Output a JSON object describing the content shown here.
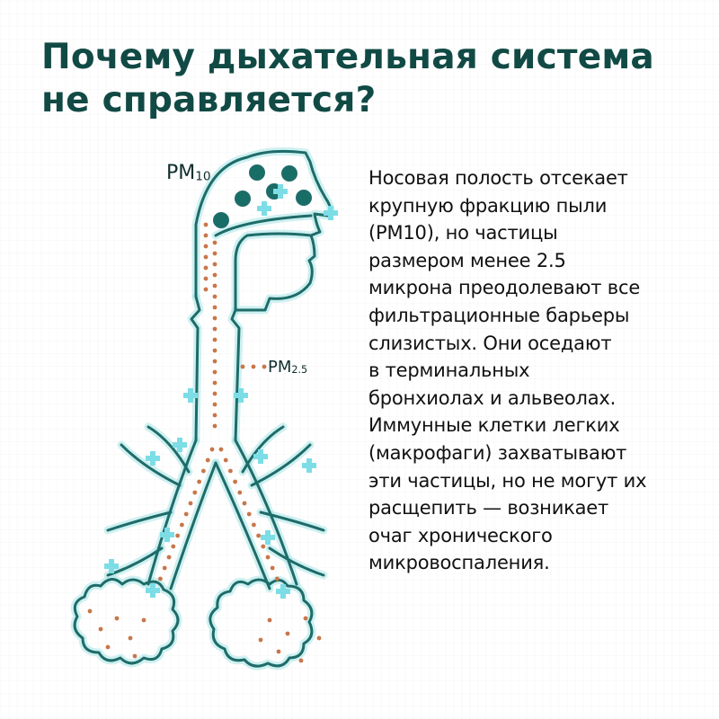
{
  "title_lines": [
    "Почему дыхательная система",
    "не справляется?"
  ],
  "labels": {
    "pm10_base": "PM",
    "pm10_sub": "10",
    "pm25_base": "PM",
    "pm25_sub": "2.5"
  },
  "body_lines": [
    "Носовая полость отсекает",
    "крупную фракцию пыли",
    "(PM10), но частицы",
    "размером менее 2.5",
    "микрона преодолевают все",
    "фильтрационные барьеры",
    "слизистых. Они оседают",
    "в терминальных",
    "бронхиолах и альвеолах.",
    "Иммунные клетки легких",
    "(макрофаги) захватывают",
    "эти частицы, но не могут их",
    "расщепить — возникает",
    "очаг хронического",
    "микровоспаления."
  ],
  "colors": {
    "title": "#114a45",
    "outline": "#1e6c69",
    "glow": "#a8e4e6",
    "particle_large": "#196d67",
    "particle_small": "#c8764a",
    "cross": "#7cdde6"
  },
  "icons": [
    "cross-icon",
    "particle-dot-icon"
  ]
}
